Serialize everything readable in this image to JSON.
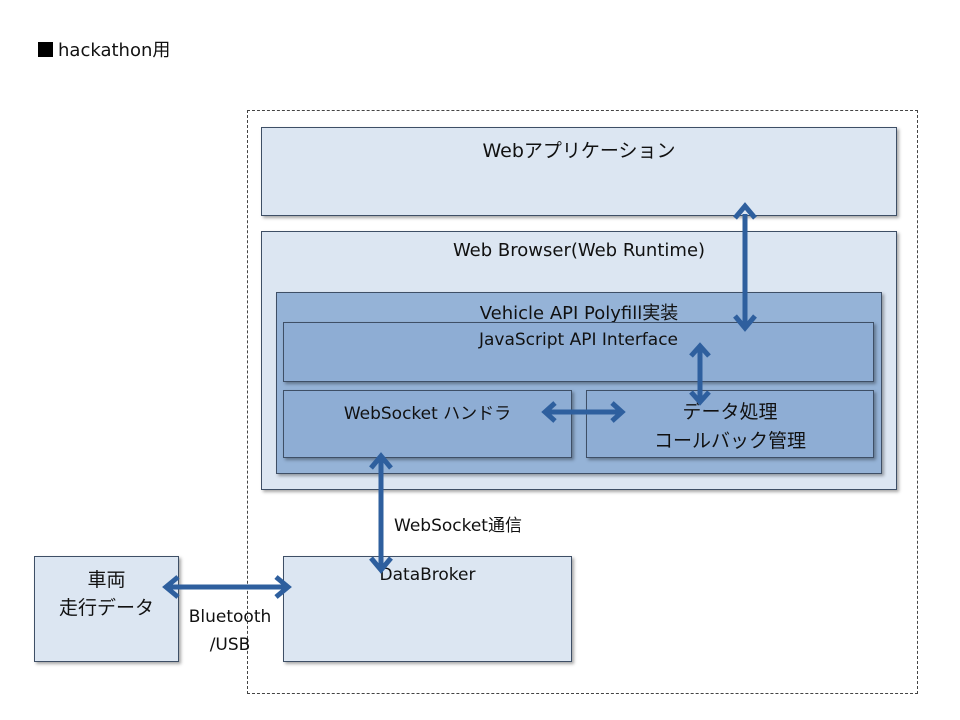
{
  "title": "hackathon用",
  "colors": {
    "light_box": "#dce6f2",
    "mid_box": "#95b3d7",
    "arrow": "#2e5f9e",
    "border": "#3e4f66"
  },
  "boxes": {
    "web_app": "Webアプリケーション",
    "web_browser": "Web Browser(Web Runtime)",
    "polyfill": "Vehicle API Polyfill実装",
    "js_api": "JavaScript API Interface",
    "ws_handler": "WebSocket ハンドラ",
    "data_processing_line1": "データ処理",
    "data_processing_line2": "コールバック管理",
    "databroker": "DataBroker",
    "vehicle_line1": "車両",
    "vehicle_line2": "走行データ"
  },
  "connections": {
    "websocket": "WebSocket通信",
    "bluetooth_line1": "Bluetooth",
    "bluetooth_line2": "/USB"
  }
}
